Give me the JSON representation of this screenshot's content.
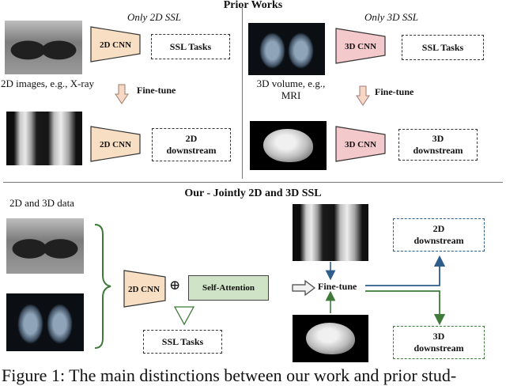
{
  "headers": {
    "prior": "Prior Works",
    "only2d": "Only 2D SSL",
    "only3d": "Only 3D SSL",
    "ours": "Our - Jointly 2D and 3D SSL"
  },
  "labels": {
    "images_2d": "2D images, e.g., X-ray",
    "volume_3d": "3D volume, e.g., MRI",
    "data_2d3d": "2D and 3D data",
    "finetune": "Fine-tune",
    "oplus": "⊕"
  },
  "blocks": {
    "cnn2d": "2D CNN",
    "cnn3d": "3D CNN",
    "ssl_tasks": "SSL Tasks",
    "downstream2d": "2D downstream",
    "downstream3d": "3D downstream",
    "self_attention": "Self-Attention"
  },
  "caption": "Figure 1: The main distinctions between our work and prior stud-",
  "colors": {
    "cnn2d_fill": "#f8dfc3",
    "cnn3d_fill": "#f3c9cc",
    "self_attention_fill": "#cfe3c6",
    "arrow_fill": "#f6d8c4",
    "blue_path": "#2e5d8c",
    "green_path": "#3f7a3a"
  }
}
